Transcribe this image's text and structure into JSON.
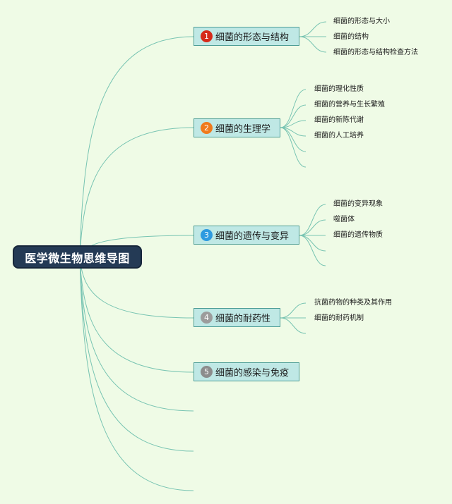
{
  "root": {
    "label": "医学微生物思维导图"
  },
  "colors": {
    "background": "#effbe6",
    "connector": "#78c4b2",
    "topic_fill": "#bfe8e5",
    "topic_border": "#4d9d96",
    "root_fill": "#243a55"
  },
  "topics": [
    {
      "num": "1",
      "label": "细菌的形态与结构",
      "badge_color": "#d62a1a",
      "subs": [
        "细菌的形态与大小",
        "细菌的结构",
        "细菌的形态与结构检查方法"
      ]
    },
    {
      "num": "2",
      "label": "细菌的生理学",
      "badge_color": "#f07a1c",
      "subs": [
        "细菌的理化性质",
        "细菌的营养与生长繁殖",
        "细菌的新陈代谢",
        "细菌的人工培养"
      ]
    },
    {
      "num": "3",
      "label": "细菌的遗传与变异",
      "badge_color": "#2e9ae0",
      "subs": [
        "细菌的变异现象",
        "噬菌体",
        "细菌的遗传物质"
      ]
    },
    {
      "num": "4",
      "label": "细菌的耐药性",
      "badge_color": "#9c9c9c",
      "subs": [
        "抗菌药物的种类及其作用",
        "细菌的耐药机制"
      ]
    },
    {
      "num": "5",
      "label": "细菌的感染与免疫",
      "badge_color": "#8c8c8c",
      "subs": []
    }
  ]
}
